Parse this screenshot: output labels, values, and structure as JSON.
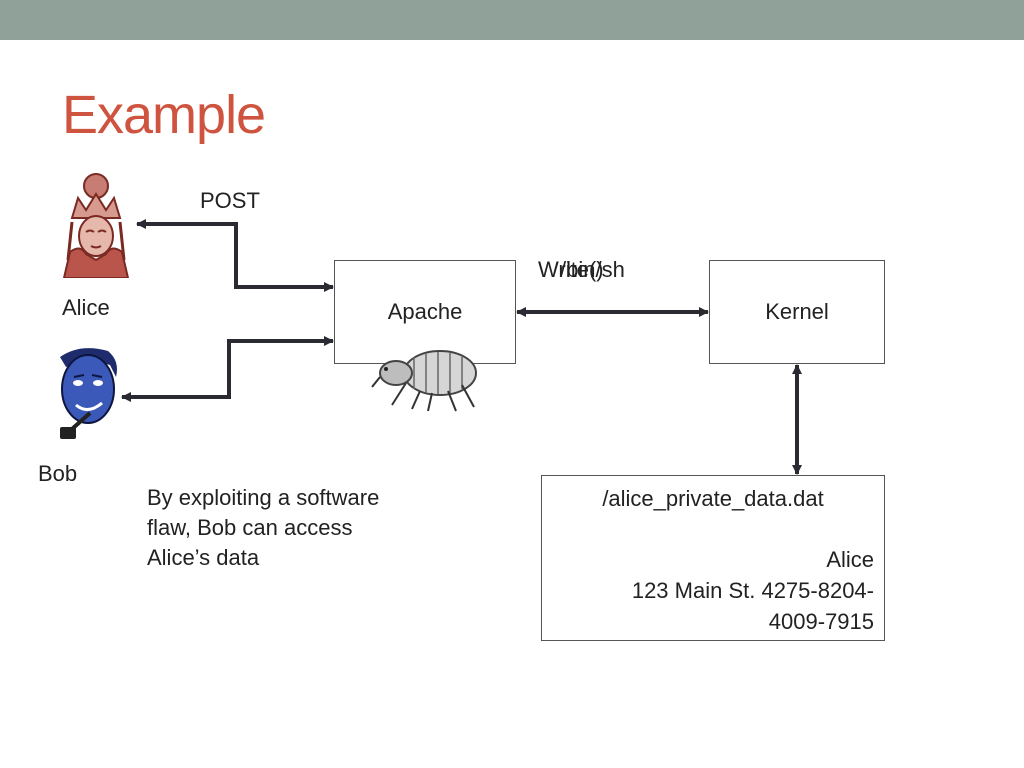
{
  "slide": {
    "title": "Example",
    "accent_color": "#cf543f",
    "topbar_color": "#8fa199"
  },
  "actors": {
    "alice": {
      "label": "Alice",
      "icon": "queen-icon"
    },
    "bob": {
      "label": "Bob",
      "icon": "pipe-smoking-man-icon"
    }
  },
  "labels": {
    "post": "POST",
    "overlap_a": "Write()",
    "overlap_b": "/bin/sh"
  },
  "nodes": {
    "apache": "Apache",
    "kernel": "Kernel"
  },
  "file": {
    "path": "/alice_private_data.dat",
    "line1": "Alice",
    "line2": "123 Main St. 4275-8204-",
    "line3": "4009-7915"
  },
  "note": "By exploiting a software flaw, Bob can access Alice’s data",
  "bug": {
    "icon": "flea-icon"
  }
}
